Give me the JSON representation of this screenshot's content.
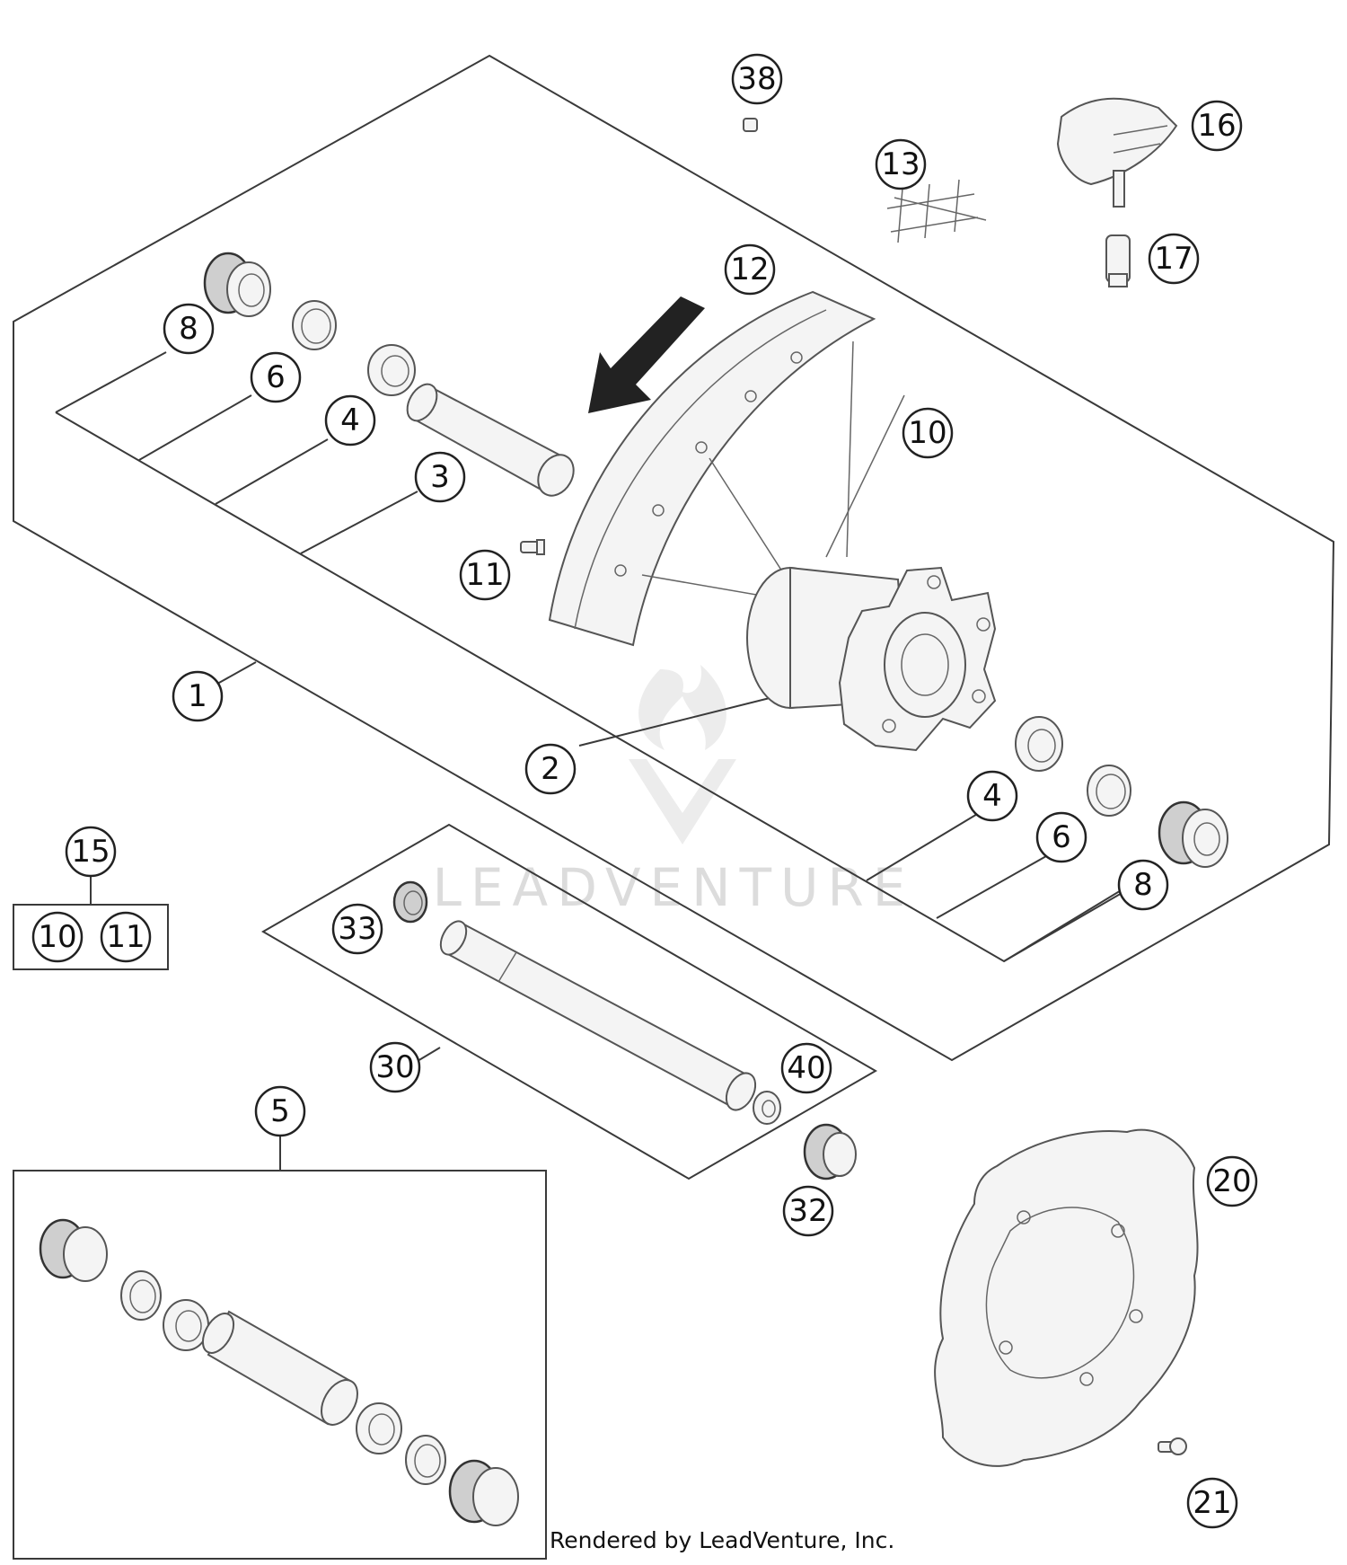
{
  "callouts": {
    "c1": "1",
    "c2": "2",
    "c3": "3",
    "c4a": "4",
    "c4b": "4",
    "c5": "5",
    "c6a": "6",
    "c6b": "6",
    "c8a": "8",
    "c8b": "8",
    "c10": "10",
    "c11": "11",
    "c12": "12",
    "c13": "13",
    "c15": "15",
    "c15_10": "10",
    "c15_11": "11",
    "c16": "16",
    "c17": "17",
    "c20": "20",
    "c21": "21",
    "c30": "30",
    "c32": "32",
    "c33": "33",
    "c38": "38",
    "c40": "40"
  },
  "watermark": {
    "text": "LEADVENTURE"
  },
  "footer": {
    "rendered_by": "Rendered by LeadVenture, Inc."
  }
}
